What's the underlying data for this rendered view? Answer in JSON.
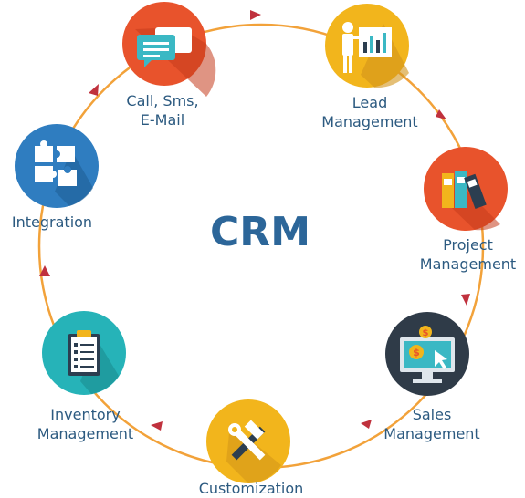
{
  "center": {
    "title": "CRM"
  },
  "nodes": [
    {
      "id": "comms",
      "label": "Call, Sms,\nE-Mail",
      "icon": "chat-bubbles-icon",
      "color": "#e8532c"
    },
    {
      "id": "lead",
      "label": "Lead\nManagement",
      "icon": "presentation-chart-icon",
      "color": "#f2b51c"
    },
    {
      "id": "project",
      "label": "Project\nManagement",
      "icon": "binders-icon",
      "color": "#e8532c"
    },
    {
      "id": "sales",
      "label": "Sales\nManagement",
      "icon": "monitor-dollar-icon",
      "color": "#2f3b48"
    },
    {
      "id": "custom",
      "label": "Customization",
      "icon": "wrench-hammer-icon",
      "color": "#f2b51c"
    },
    {
      "id": "inventory",
      "label": "Inventory\nManagement",
      "icon": "clipboard-checklist-icon",
      "color": "#26b3b8"
    },
    {
      "id": "integration",
      "label": "Integration",
      "icon": "puzzle-icon",
      "color": "#2f7dc0"
    }
  ],
  "colors": {
    "ring": "#f2a23a",
    "arrow": "#c0313d",
    "text": "#2c5a80",
    "title": "#2c6699"
  }
}
